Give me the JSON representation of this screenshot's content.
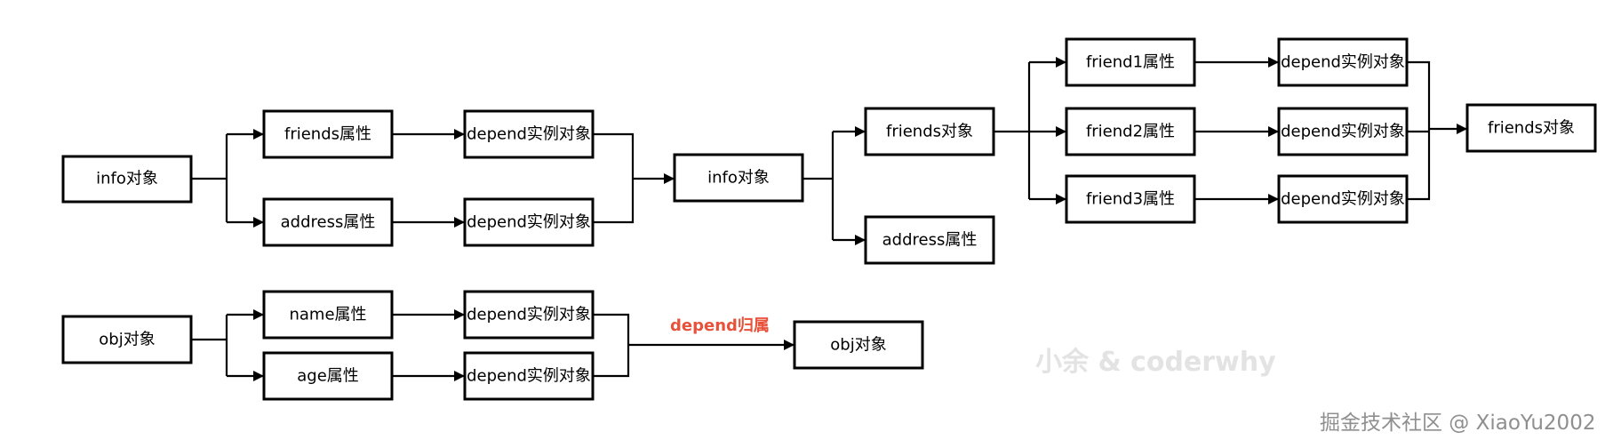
{
  "diagram": {
    "group1": {
      "root": "info对象",
      "prop1": "friends属性",
      "prop2": "address属性",
      "dep1": "depend实例对象",
      "dep2": "depend实例对象",
      "target": "info对象",
      "target_prop1": "friends对象",
      "target_prop2": "address属性",
      "friend1": "friend1属性",
      "friend2": "friend2属性",
      "friend3": "friend3属性",
      "friend_dep1": "depend实例对象",
      "friend_dep2": "depend实例对象",
      "friend_dep3": "depend实例对象",
      "final": "friends对象"
    },
    "group2": {
      "root": "obj对象",
      "prop1": "name属性",
      "prop2": "age属性",
      "dep1": "depend实例对象",
      "dep2": "depend实例对象",
      "edge_label": "depend归属",
      "target": "obj对象"
    }
  },
  "watermarks": {
    "center": "小余 & coderwhy",
    "corner": "掘金技术社区 @ XiaoYu2002"
  },
  "colors": {
    "edge_label": "#e8513a",
    "stroke": "#000000",
    "watermark_center": "#e3e3e3",
    "watermark_corner": "#8f8f8f"
  }
}
